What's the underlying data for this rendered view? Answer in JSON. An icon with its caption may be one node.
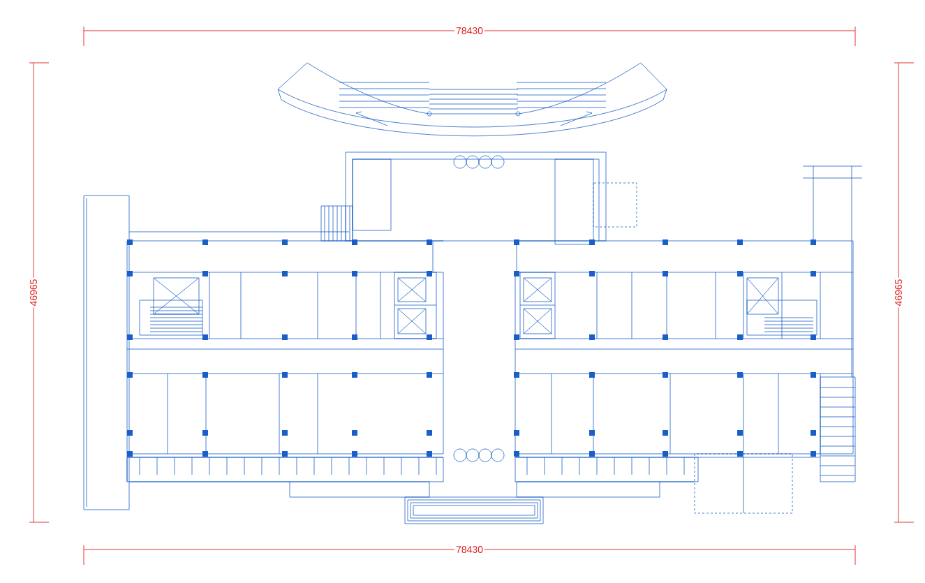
{
  "diagram": {
    "labels": [
      "78430",
      "46965",
      "46965",
      "78430"
    ]
  }
}
